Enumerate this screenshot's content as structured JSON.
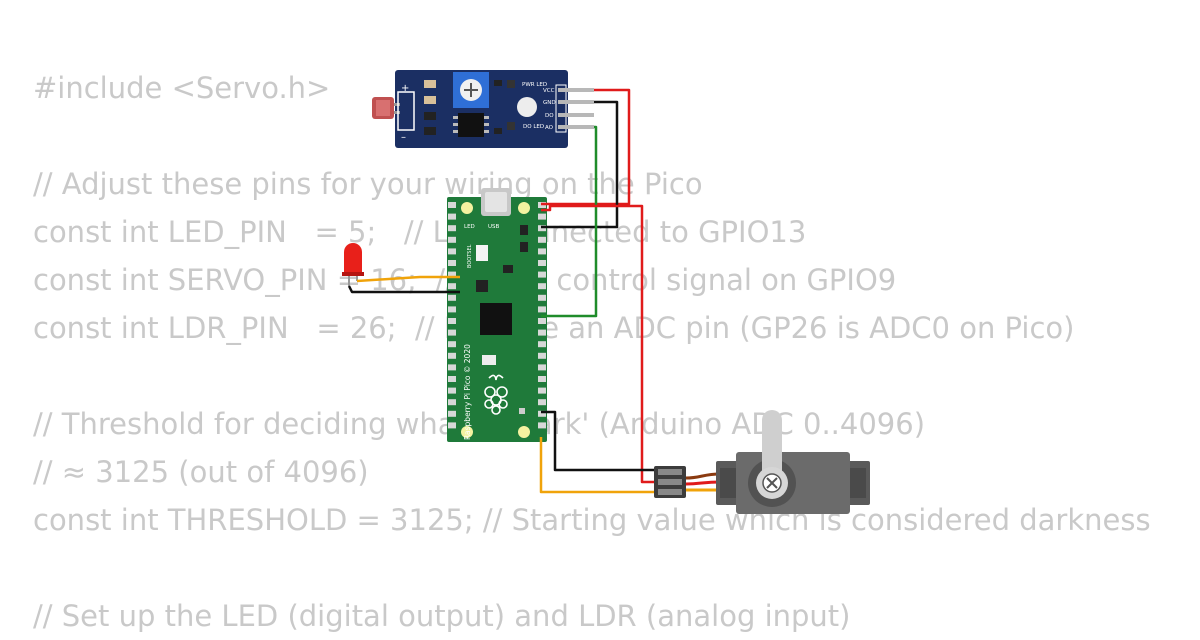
{
  "code_lines": [
    "#include <Servo.h>",
    "",
    "// Adjust these pins for your wiring on the Pico",
    "const int LED_PIN   = 5;   // LED connected to GPIO13",
    "const int SERVO_PIN = 16;  // Servo control signal on GPIO9",
    "const int LDR_PIN   = 26;  // Must be an ADC pin (GP26 is ADC0 on Pico)",
    "",
    "// Threshold for deciding what is 'dark' (Arduino ADC 0..4096)",
    "// ≈ 3125 (out of 4096)",
    "const int THRESHOLD = 3125; // Starting value which is considered darkness",
    "",
    "// Set up the LED (digital output) and LDR (analog input)"
  ],
  "ldr_module": {
    "pwr_led_label": "PWR LED",
    "do_led_label": "DO LED",
    "plus_label": "+",
    "minus_label": "–",
    "pin_labels": [
      "VCC",
      "GND",
      "DO",
      "AO"
    ]
  },
  "pico": {
    "usb_label": "USB",
    "led_label": "LED",
    "bootsel_label": "BOOTSEL",
    "board_label": "Raspberry Pi Pico © 2020"
  },
  "colors": {
    "code_text": "#c9c9c9",
    "module_pcb": "#1b2f63",
    "pico_pcb": "#1f7a3a",
    "wire_red": "#e01b1b",
    "wire_black": "#111111",
    "wire_green": "#1f8c2a",
    "wire_orange": "#f0a30a",
    "servo_body": "#5a5a5a",
    "led_red": "#e8201a"
  }
}
